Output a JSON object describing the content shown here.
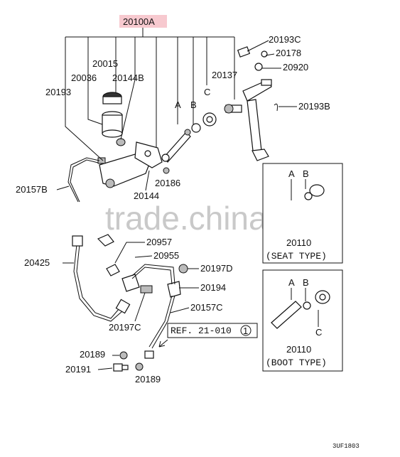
{
  "main_part": "20100A",
  "highlight_color": "#f7c9cf",
  "labels": {
    "p20015": "20015",
    "p20036": "20036",
    "p20144B": "20144B",
    "p20193": "20193",
    "p20193C": "20193C",
    "p20178": "20178",
    "p20920": "20920",
    "p20137": "20137",
    "p20193B": "20193B",
    "p20186": "20186",
    "p20144": "20144",
    "p20157B": "20157B",
    "p20957": "20957",
    "p20955": "20955",
    "p20425": "20425",
    "p20197D": "20197D",
    "p20194": "20194",
    "p20157C": "20157C",
    "p20197C": "20197C",
    "p20189a": "20189",
    "p20191": "20191",
    "p20189b": "20189"
  },
  "letters": {
    "a": "A",
    "b": "B",
    "c": "C"
  },
  "ref_box": "REF. 21-010",
  "ref_num": "1",
  "insets": [
    {
      "part": "20110",
      "caption": "(SEAT TYPE)",
      "a": "A",
      "b": "B"
    },
    {
      "part": "20110",
      "caption": "(BOOT TYPE)",
      "a": "A",
      "b": "B",
      "c": "C"
    }
  ],
  "watermark": "trade.china.cn",
  "code": "3UF1803"
}
